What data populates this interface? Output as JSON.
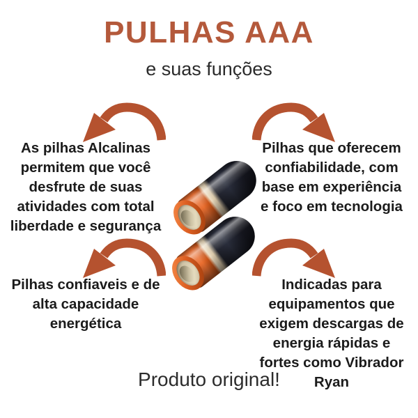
{
  "header": {
    "title": "PULHAS AAA",
    "subtitle": "e suas funções"
  },
  "blocks": {
    "top_left": "As pilhas Alcalinas\npermitem que você\ndesfrute de suas\natividades com total\nliberdade e segurança",
    "top_right": "Pilhas que oferecem\nconfiabilidade, com\nbase em experiência\ne foco em tecnologia",
    "bottom_left": "Pilhas confiaveis e de\nalta capacidade\nenergética",
    "bottom_right": "Indicadas para\nequipamentos que\nexigem descargas de\nenergia rápidas e\nfortes como Vibrador\nRyan"
  },
  "footer": {
    "text": "Produto original!"
  },
  "images": {
    "center": "two-black-and-orange-aaa-batteries"
  },
  "icons": {
    "top_left_arrow": "curved-arrow-down-left",
    "top_right_arrow": "curved-arrow-down-right",
    "bottom_left_arrow": "curved-arrow-down-left",
    "bottom_right_arrow": "curved-arrow-down-right"
  },
  "colors": {
    "title": "#B4593B",
    "arrow": "#B5522F",
    "body_text": "#1B1B1B",
    "subtitle_text": "#2B2B2B",
    "battery_orange": "#DD5F22",
    "battery_black": "#16171D",
    "background": "#FFFFFF"
  }
}
